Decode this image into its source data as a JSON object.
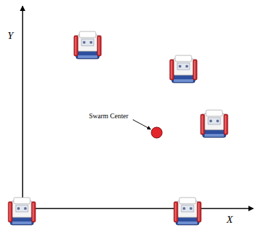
{
  "diagram": {
    "labels": [
      "Y",
      "X",
      "Swarm Center"
    ]
  }
}
